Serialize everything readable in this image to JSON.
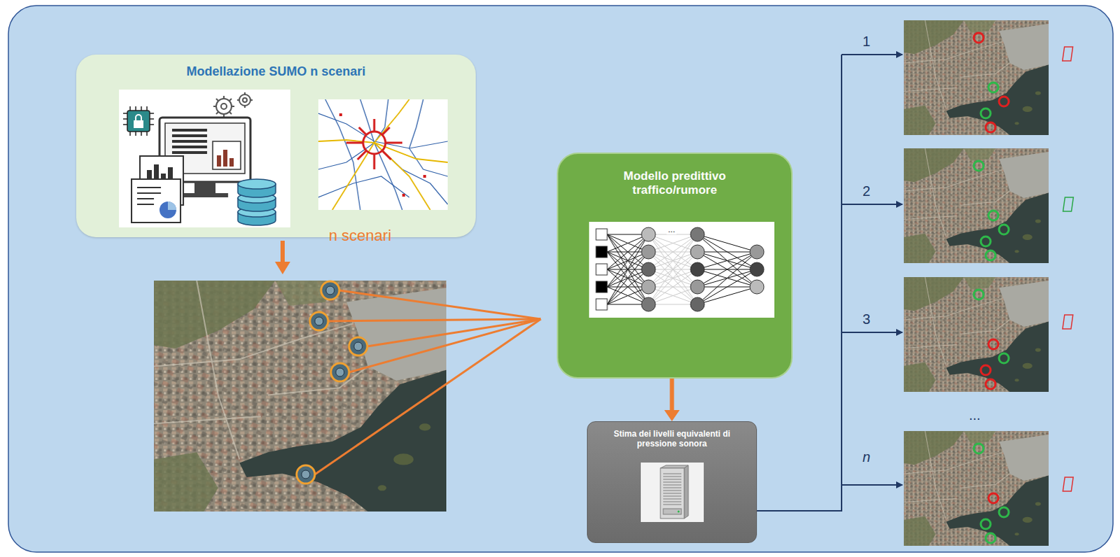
{
  "diagram": {
    "nodes": [
      {
        "text": [
          "Modellazione SUMO n scenari"
        ]
      },
      {
        "text": [
          "Modello predittivo traffico/rumore"
        ]
      },
      {
        "text": [
          "Stima dei livelli equivalenti di pressione sonora"
        ]
      }
    ],
    "edges": [
      {
        "from": 1,
        "to": 2,
        "arrow": "to"
      }
    ],
    "labels": [
      "n scenari",
      "1",
      "2",
      "3",
      "...",
      "n",
      "..."
    ]
  }
}
